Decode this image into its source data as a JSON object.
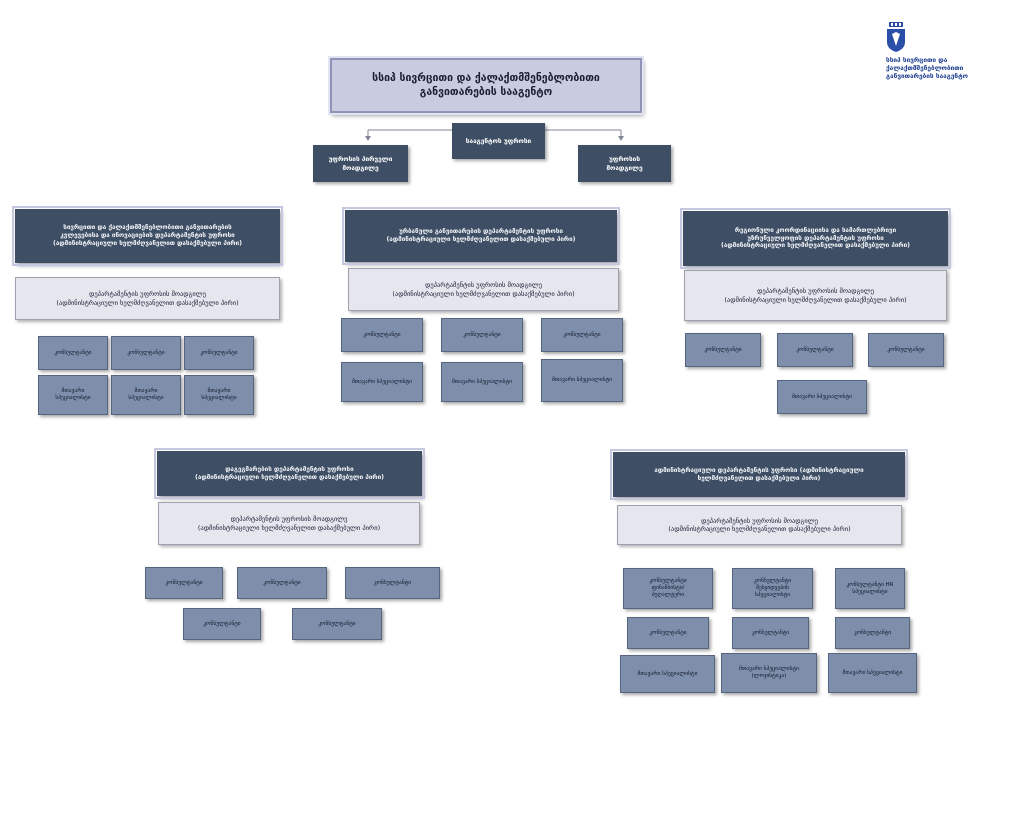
{
  "logo": {
    "icon": "coat-of-arms-icon",
    "line1": "სსიპ სივრცითი და",
    "line2": "ქალაქთმშენებლობითი",
    "line3": "განვითარების სააგენტო"
  },
  "top": {
    "title_line1": "სსიპ სივრცითი და ქალაქთმშენებლობითი",
    "title_line2": "განვითარების სააგენტო",
    "head": "სააგენტოს უფროსი",
    "first_deputy_line1": "უფროსის პირველი",
    "first_deputy_line2": "მოადგილე",
    "deputy_line1": "უფროსის",
    "deputy_line2": "მოადგილე"
  },
  "common": {
    "deputy_line1": "დეპარტამენტის უფროსის მოადგილე",
    "deputy_line2": "(ადმინისტრაციული ხელმძღვანელით დასაქმებული პირი)",
    "consultant": "კონსულტანტი",
    "main_specialist": "მთავარი სპეციალისტი",
    "main_specialist_line1": "მთავარი",
    "main_specialist_line2": "სპეციალისტი"
  },
  "dept1": {
    "head_line1": "სივრცითი და ქალაქთმშენებლობითი განვითარების",
    "head_line2": "კვლევებისა და ინოვაციების დეპარტამენტის უფროსი",
    "head_line3": "(ადმინისტრაციული ხელმძღვანელით დასაქმებული პირი)"
  },
  "dept2": {
    "head_line1": "ურბანული განვითარების დეპარტამენტის უფროსი",
    "head_line2": "(ადმინისტრაციული ხელმძღვანელით დასაქმებული პირი)"
  },
  "dept3": {
    "head_line1": "რეგიონული კოორდინაციისა და სამართლებრივი",
    "head_line2": "უზრუნველყოფის დეპარტამენტის უფროსი",
    "head_line3": "(ადმინისტრაციული ხელმძღვანელით დასაქმებული პირი)"
  },
  "dept4": {
    "head_line1": "დაგეგმარების დეპარტამენტის უფროსი",
    "head_line2": "(ადმინისტრაციული ხელმძღვანელით დასაქმებული პირი)"
  },
  "dept5": {
    "head_line1": "ადმინისტრაციული დეპარტამენტის უფროსი (ადმინისტრაციული",
    "head_line2": "ხელმძღვანელით დასაქმებული პირი)",
    "consultant_finance_line1": "კონსულტანტი",
    "consultant_finance_line2": "ფინანსისტი/",
    "consultant_finance_line3": "ბუღალტერი",
    "consultant_procurement_line1": "კონსულტანტი",
    "consultant_procurement_line2": "შესყიდვების",
    "consultant_procurement_line3": "სპეციალისტი",
    "consultant_hr_line1": "კონსულტანტი HR",
    "consultant_hr_line2": "სპეციალისტი",
    "specialist_logistics_line1": "მთავარი სპეციალისტი",
    "specialist_logistics_line2": "(ლოჯისტიკა)"
  }
}
